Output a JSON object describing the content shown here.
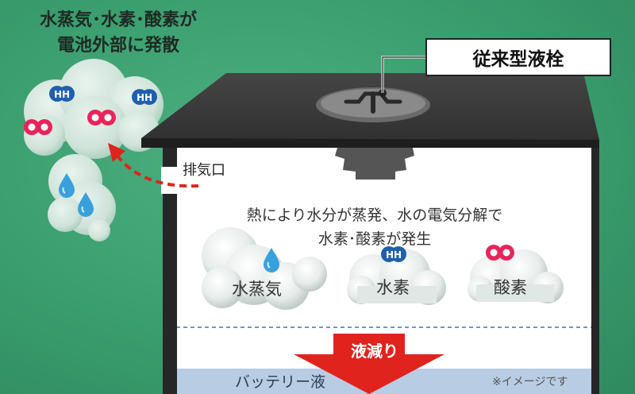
{
  "escape_text": {
    "line1": "水蒸気･水素･酸素が",
    "line2": "電池外部に発散"
  },
  "callout_label": "従来型液栓",
  "vent_label": "排気口",
  "description": {
    "line1": "熱により水分が蒸発、水の電気分解で",
    "line2": "水素･酸素が発生"
  },
  "gases": {
    "vapor": "水蒸気",
    "hydrogen": "水素",
    "oxygen": "酸素"
  },
  "decrease_label": "液減り",
  "electrolyte_label": "バッテリー液",
  "note": "※イメージです",
  "colors": {
    "background": "#3a9d6e",
    "lid": "#3a3a3a",
    "interior": "#ffffff",
    "electrolyte": "#b8cde4",
    "arrow": "#e0231c",
    "hydrogen": "#1f5fae",
    "oxygen": "#e8245a",
    "water_drop": "#3aa0dc"
  },
  "icons": [
    "water-drop-icon",
    "hydrogen-molecule-icon",
    "oxygen-molecule-icon",
    "cap-icon"
  ]
}
